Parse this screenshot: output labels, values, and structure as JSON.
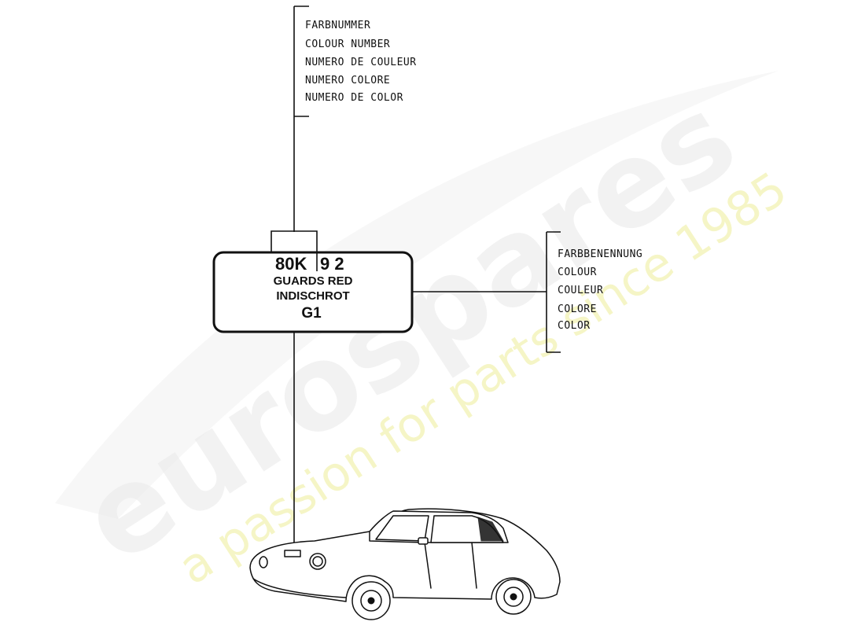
{
  "watermark": {
    "brand": "eurospares",
    "tagline": "a passion for parts since 1985"
  },
  "colour_number_labels": [
    "FARBNUMMER",
    "COLOUR NUMBER",
    "NUMERO DE COULEUR",
    "NUMERO COLORE",
    "NUMERO DE COLOR"
  ],
  "colour_name_labels": [
    "FARBBENENNUNG",
    "COLOUR",
    "COULEUR",
    "COLORE",
    "COLOR"
  ],
  "paint_plate": {
    "code_left": "80K",
    "code_right": "9 2",
    "name_en": "GUARDS RED",
    "name_de": "INDISCHROT",
    "group": "G1"
  }
}
